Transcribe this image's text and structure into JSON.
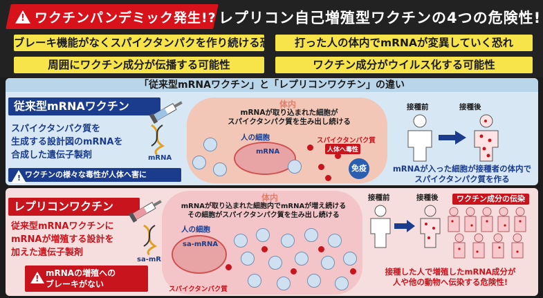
{
  "header": {
    "tag": "ワクチンパンデミック発生!?",
    "headline": "レプリコン自己増殖型ワクチンの4つの危険性!",
    "dangers": [
      "ブレーキ機能がなくスパイクタンパクを作り続ける恐れ",
      "打った人の体内でmRNAが変異していく恐れ",
      "周囲にワクチン成分が伝播する可能性",
      "ワクチン成分がウイルス化する可能性"
    ]
  },
  "panel_top": {
    "title": "「従来型mRNAワクチン」と「レプリコンワクチン」の違い",
    "label": "従来型mRNAワクチン",
    "desc_lines": [
      "スパイクタンパク質を",
      "生成する設計図のmRNAを",
      "合成した遺伝子製剤"
    ],
    "mrna_tag": "mRNA",
    "warning": "ワクチンの様々な毒性が人体へ害に",
    "body_label": "体内",
    "process_lines": [
      "mRNAが取り込まれた細胞が",
      "スパイクタンパク質を生み出し続ける"
    ],
    "cell_label": "人の細胞",
    "cell_mrna": "mRNA",
    "spike_label": "スパイクタンパク質",
    "spike_badge": "人体へ毒性",
    "immune": "免疫",
    "before": "接種前",
    "after": "接種後",
    "result_lines": [
      "mRNAが入った細胞が接種者の体内で",
      "スパイクタンパク質を作る"
    ]
  },
  "panel_bottom": {
    "label": "レプリコンワクチン",
    "desc_lines": [
      "従来型mRNAワクチンに",
      "mRNAが増殖する設計を",
      "加えた遺伝子製剤"
    ],
    "mrna_tag": "sa-mRNA",
    "warning_lines": [
      "mRNAの増殖への",
      "ブレーキがない"
    ],
    "body_label": "体内",
    "process_lines": [
      "mRNAが取り込まれた細胞内でmRNAが増え続ける",
      "その細胞がスパイクタンパク質を生み出し続ける"
    ],
    "cell_label": "人の細胞",
    "cell_mrna": "sa-mRNA",
    "spike_label": "スパイクタンパク質",
    "before": "接種前",
    "after": "接種後",
    "spread_badge": "ワクチン成分の伝染",
    "result_lines": [
      "接種した人で増殖したmRNA成分が",
      "人や他の動物へ伝染する危険性!"
    ]
  }
}
